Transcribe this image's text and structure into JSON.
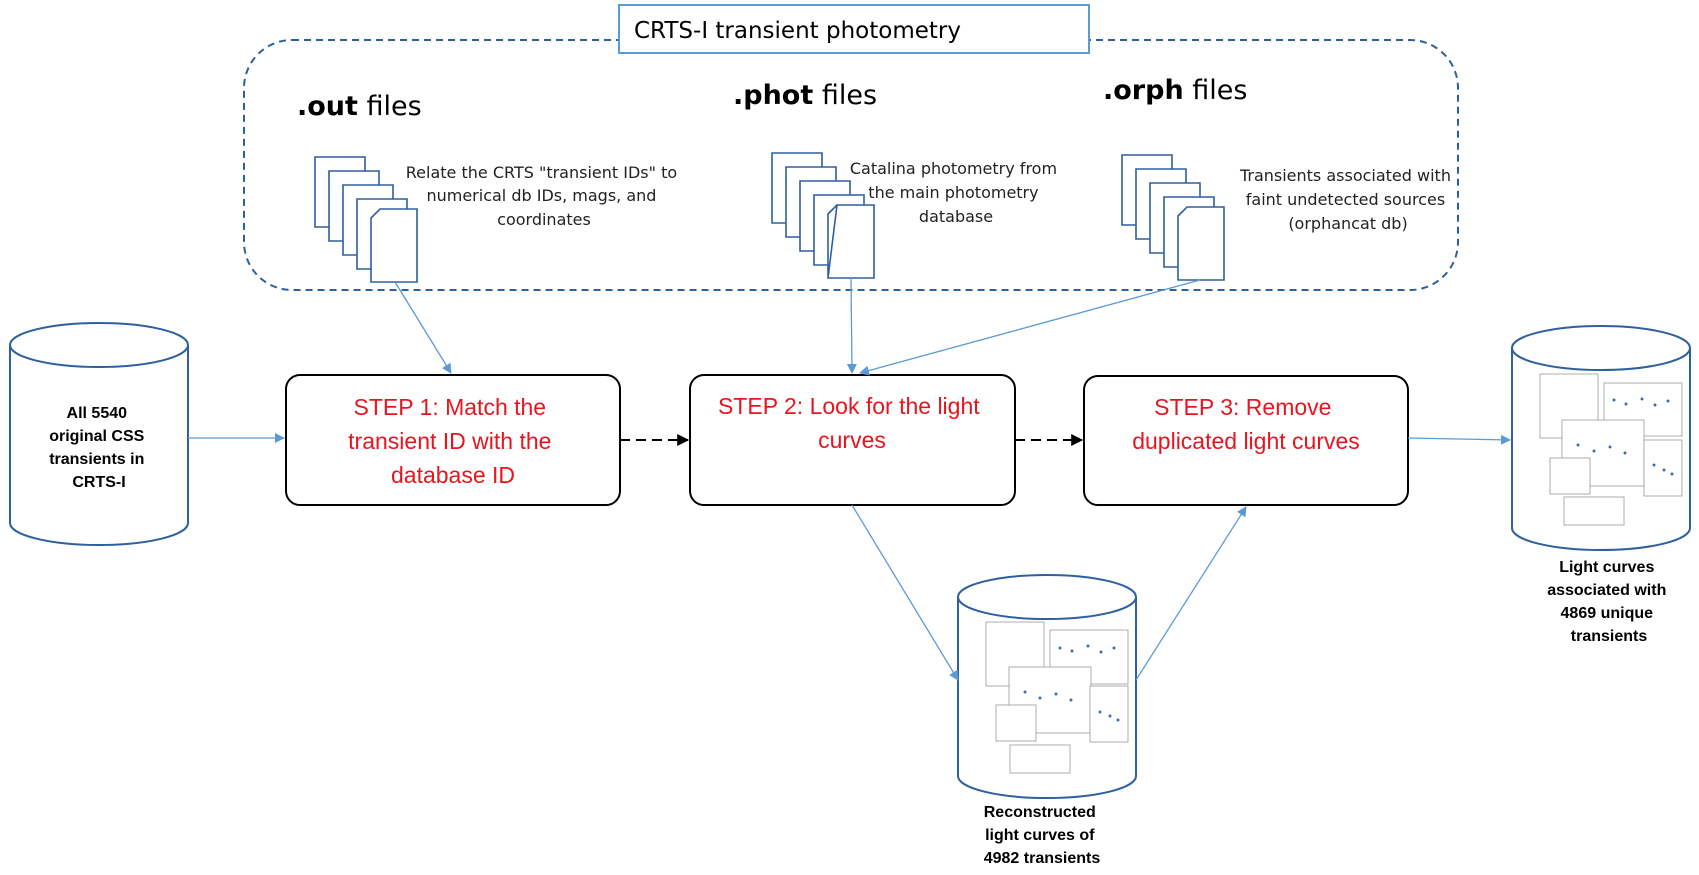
{
  "diagram": {
    "group": {
      "title": "CRTS-I transient photometry",
      "files": [
        {
          "ext": ".out",
          "suffix": " files",
          "description": [
            "Relate the CRTS \"transient IDs\" to",
            "numerical db IDs, mags, and",
            "coordinates"
          ]
        },
        {
          "ext": ".phot",
          "suffix": " files",
          "description": [
            "Catalina photometry from",
            "the main photometry",
            "database"
          ]
        },
        {
          "ext": ".orph",
          "suffix": " files",
          "description": [
            "Transients associated with",
            "faint undetected sources",
            "(orphancat db)"
          ]
        }
      ]
    },
    "steps": [
      {
        "lines": [
          "STEP 1: Match the",
          "transient ID with the",
          "database ID"
        ]
      },
      {
        "lines": [
          "STEP 2: Look for the light",
          "curves"
        ]
      },
      {
        "lines": [
          "STEP 3: Remove",
          "duplicated light curves"
        ]
      }
    ],
    "databases": {
      "input": {
        "lines": [
          "All 5540",
          "original CSS",
          "transients in",
          "CRTS-I"
        ]
      },
      "reconstructed": {
        "lines": [
          "Reconstructed",
          "light curves of",
          "4982 transients"
        ]
      },
      "output": {
        "lines": [
          "Light curves",
          "associated with",
          "4869 unique",
          "transients"
        ]
      }
    },
    "colors": {
      "step_text": "#e8141e",
      "connector": "#5b9bd5",
      "outline": "#2e5f9e"
    }
  }
}
